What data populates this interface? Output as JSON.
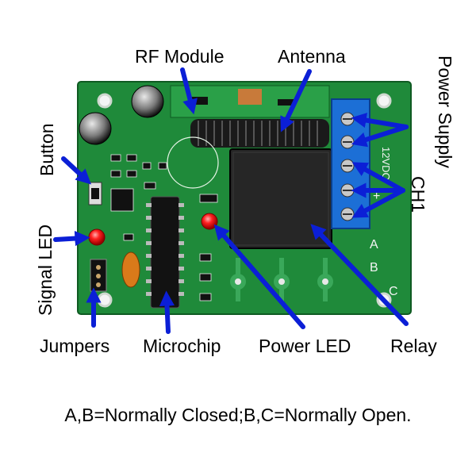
{
  "labels": {
    "rf_module": "RF Module",
    "antenna": "Antenna",
    "power_supply": "Power Supply",
    "ch1": "CH1",
    "button": "Button",
    "signal_led": "Signal LED",
    "jumpers": "Jumpers",
    "microchip": "Microchip",
    "power_led": "Power LED",
    "relay": "Relay"
  },
  "board_markings": {
    "voltage": "12VDC",
    "terminal_a": "A",
    "terminal_b": "B",
    "terminal_c": "C",
    "minus": "−",
    "plus": "+"
  },
  "caption": "A,B=Normally Closed;B,C=Normally Open.",
  "colors": {
    "pcb_green": "#1f8a3a",
    "pcb_dark": "#14662a",
    "relay_black": "#262626",
    "terminal_blue": "#1c6fd6",
    "arrow_blue": "#0b1fd6",
    "led_red": "#e01414"
  }
}
